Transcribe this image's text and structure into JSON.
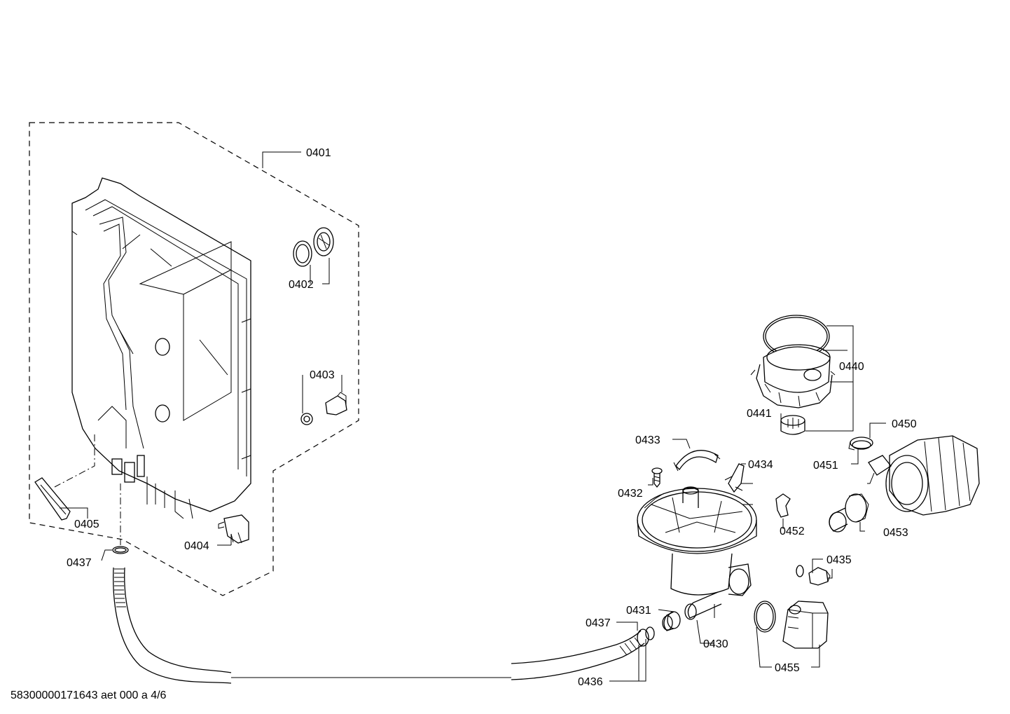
{
  "labels": {
    "p0401": "0401",
    "p0402": "0402",
    "p0403": "0403",
    "p0404": "0404",
    "p0405": "0405",
    "p0437a": "0437",
    "p0440": "0440",
    "p0441": "0441",
    "p0450": "0450",
    "p0451": "0451",
    "p0433": "0433",
    "p0434": "0434",
    "p0432": "0432",
    "p0452": "0452",
    "p0453": "0453",
    "p0435": "0435",
    "p0431": "0431",
    "p0437b": "0437",
    "p0430": "0430",
    "p0455": "0455",
    "p0436": "0436"
  },
  "footer": {
    "drawing_id": "58300000171643 aet 000 a 4/6"
  }
}
